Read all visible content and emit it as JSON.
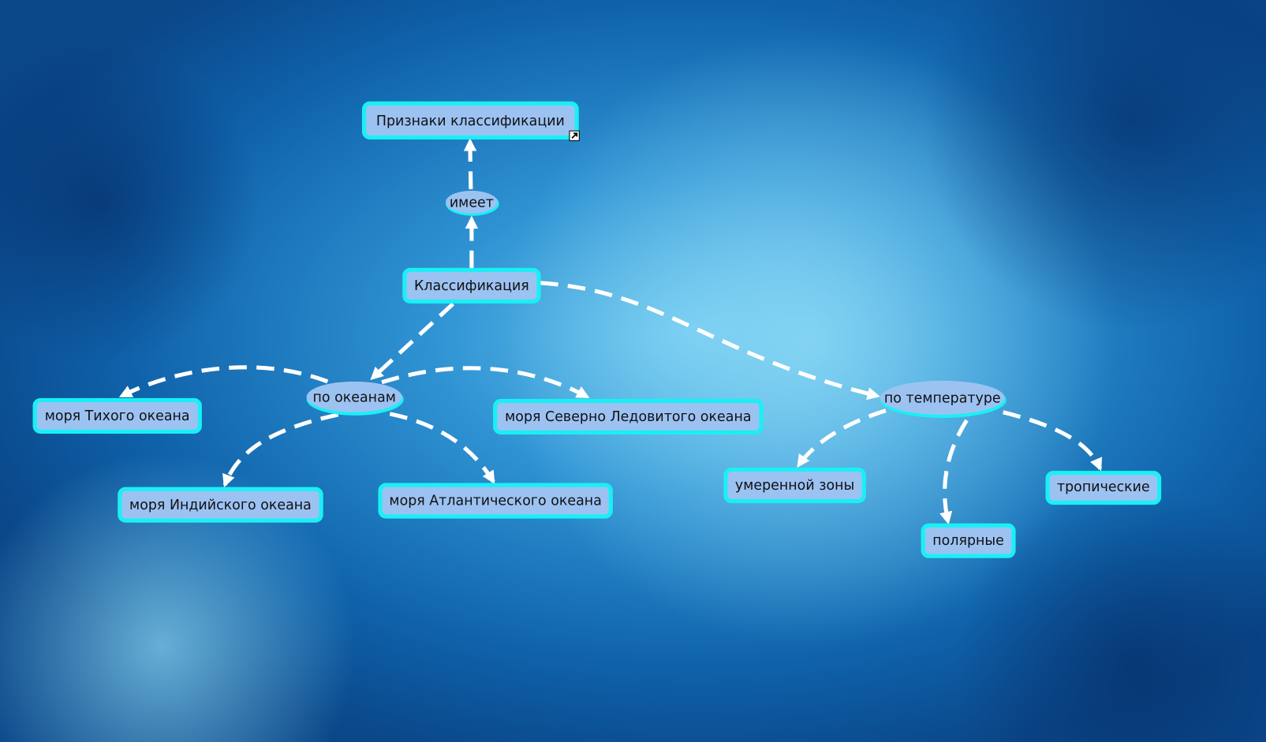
{
  "colors": {
    "node_fill": "#9cc2f2",
    "node_border": "#19f0f5",
    "edge": "#ffffff",
    "ocean_deep": "#0a4a92",
    "ocean_light": "#56b8e6"
  },
  "concepts": {
    "priznaki": "Признаки классификации",
    "klassifikaciya": "Классификация",
    "tikhogo": "моря Тихого океана",
    "severno": "моря Северно Ледовитого океана",
    "indiyskogo": "моря Индийского океана",
    "atlanticheskogo": "моря Атлантического океана",
    "umerennoy": "умеренной зоны",
    "polyarnye": "полярные",
    "tropicheskie": "тропические"
  },
  "links": {
    "imeet": "имеет",
    "po_okeanam": "по океанам",
    "po_temperature": "по температуре"
  },
  "icons": {
    "resource_link": "link-arrow-icon"
  }
}
